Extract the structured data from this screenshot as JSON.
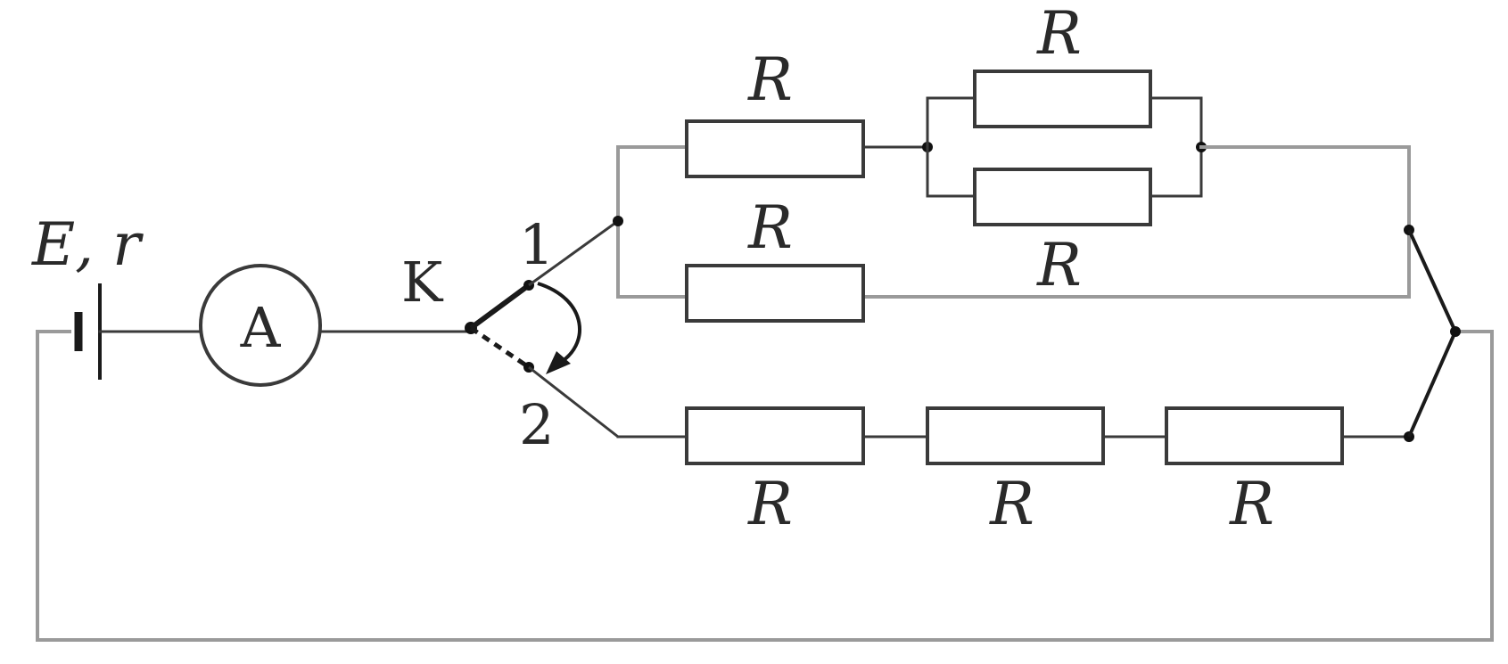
{
  "source": {
    "label": "E, r"
  },
  "ammeter": {
    "label": "A"
  },
  "switch": {
    "label": "K",
    "position_1": "1",
    "position_2": "2"
  },
  "resistors": [
    {
      "id": "upper-series",
      "label": "R"
    },
    {
      "id": "upper-parallel-top",
      "label": "R"
    },
    {
      "id": "upper-parallel-bottom",
      "label": "R"
    },
    {
      "id": "middle",
      "label": "R"
    },
    {
      "id": "lower-1",
      "label": "R"
    },
    {
      "id": "lower-2",
      "label": "R"
    },
    {
      "id": "lower-3",
      "label": "R"
    }
  ]
}
